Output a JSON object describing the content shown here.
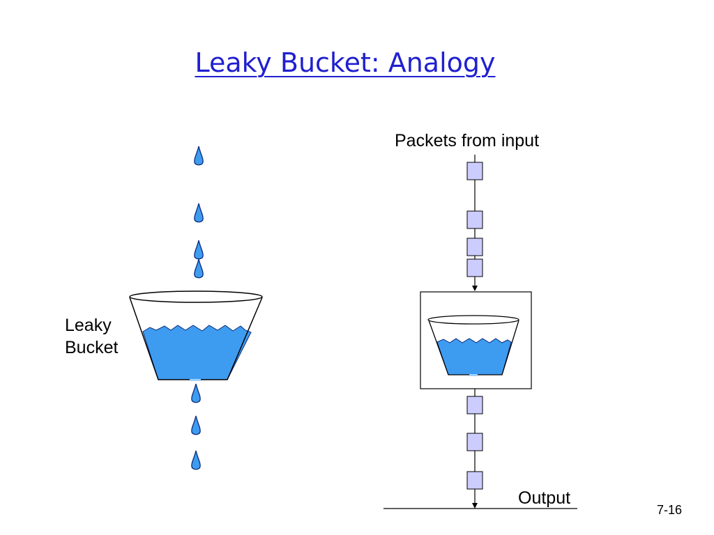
{
  "title": "Leaky Bucket: Analogy",
  "left_label": {
    "line1": "Leaky",
    "line2": "Bucket"
  },
  "input_label": "Packets from input",
  "output_label": "Output",
  "slide_number": "7-16",
  "colors": {
    "title": "#1f1fd0",
    "water": "#3e9cf0",
    "packet_fill": "#ccccff",
    "line": "#000000"
  }
}
